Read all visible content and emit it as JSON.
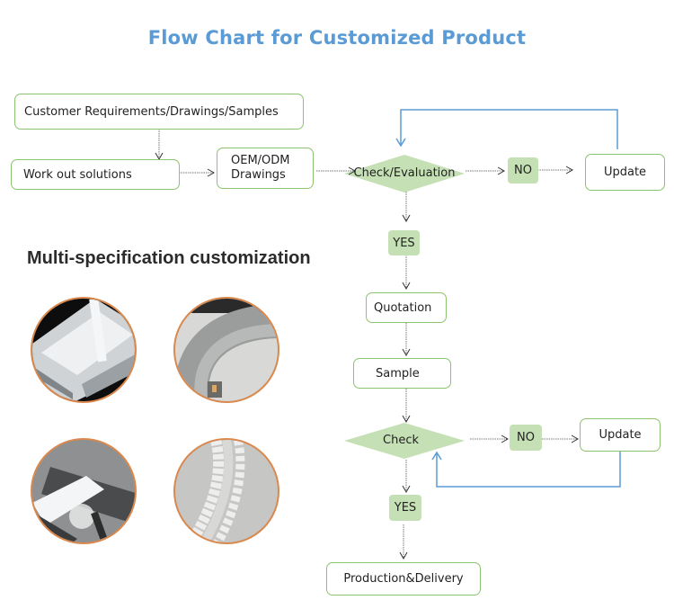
{
  "title": "Flow Chart for Customized Product",
  "subtitle": "Multi-specification customization",
  "colors": {
    "title": "#5b9bd5",
    "node_border": "#8cc36e",
    "decision_fill": "#c5e0b4",
    "feedback_line": "#5b9bd5",
    "photo_border": "#d9894e"
  },
  "nodes": {
    "customer_requirements": "Customer Requirements/Drawings/Samples",
    "work_out_solutions": "Work out solutions",
    "oem_odm_line1": "OEM/ODM",
    "oem_odm_line2": "Drawings",
    "check_evaluation": "Check/Evaluation",
    "no_1": "NO",
    "update_1": "Update",
    "yes_1": "YES",
    "quotation": "Quotation",
    "sample": "Sample",
    "check": "Check",
    "no_2": "NO",
    "update_2": "Update",
    "yes_2": "YES",
    "production_delivery": "Production&Delivery"
  },
  "photos": [
    {
      "name": "aluminum-profile-photo",
      "description": "LED aluminum profiles with diffuser"
    },
    {
      "name": "curved-profile-photo",
      "description": "Curved plaster-in profile"
    },
    {
      "name": "plaster-profile-light-photo",
      "description": "Plaster-in profile with light"
    },
    {
      "name": "flexible-profile-photo",
      "description": "Flexible perforated profile"
    }
  ]
}
